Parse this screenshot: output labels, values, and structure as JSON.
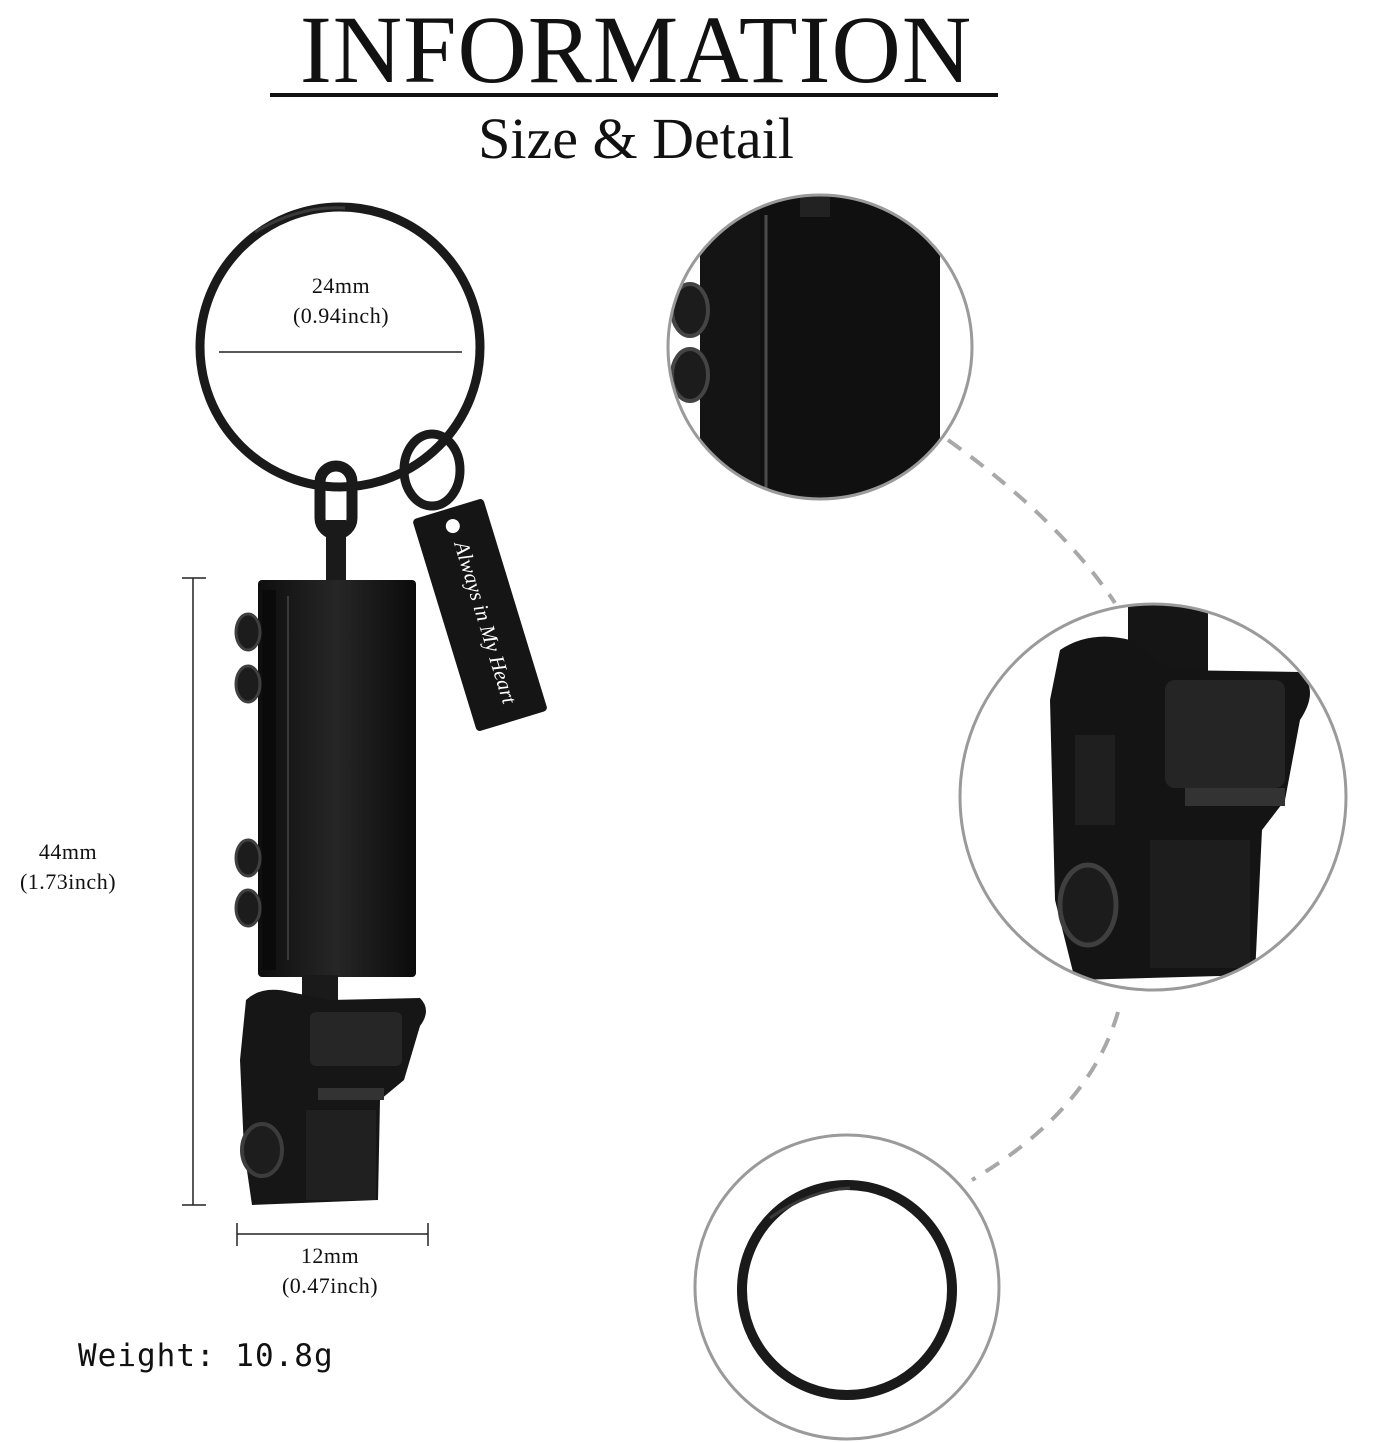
{
  "header": {
    "title": "INFORMATION",
    "subtitle": "Size & Detail"
  },
  "dimensions": {
    "ring_diameter": {
      "mm": "24mm",
      "inch": "(0.94inch)"
    },
    "body_height": {
      "mm": "44mm",
      "inch": "(1.73inch)"
    },
    "body_width": {
      "mm": "12mm",
      "inch": "(0.47inch)"
    }
  },
  "tag": {
    "engraving": "Always in My Heart"
  },
  "weight_label": "Weight: 10.8g",
  "colors": {
    "metal": "#1a1a1a",
    "metal_highlight": "#4a4a4a",
    "detail_circle_border": "#9a9a9a",
    "dashed_connector": "#a8a8a8"
  }
}
